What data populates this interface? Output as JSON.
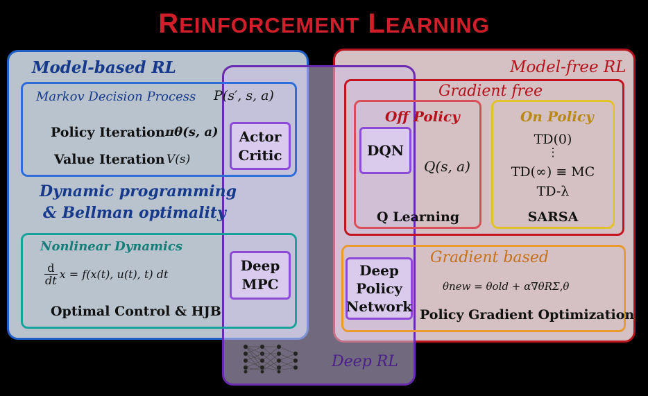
{
  "title": {
    "first_letter": "R",
    "first_rest": "EINFORCEMENT",
    "second_letter": "L",
    "second_rest": "EARNING"
  },
  "model_based": {
    "heading": "Model-based RL",
    "mdp": {
      "heading": "Markov Decision Process",
      "formula": "P(s′, s, a)"
    },
    "policy_iteration": {
      "label": "Policy Iteration",
      "formula": "πθ(s, a)"
    },
    "value_iteration": {
      "label": "Value Iteration",
      "formula": "V(s)"
    },
    "dp_line1": "Dynamic programming",
    "dp_line2": "& Bellman optimality",
    "nonlinear": {
      "heading": "Nonlinear Dynamics",
      "frac_num": "d",
      "frac_den": "dt",
      "equation": "x = f(x(t), u(t), t) dt",
      "label": "Optimal Control & HJB"
    }
  },
  "deep_rl": {
    "heading": "Deep RL",
    "actor_critic": "Actor\nCritic",
    "deep_mpc": "Deep\nMPC",
    "deep_policy_network": "Deep\nPolicy\nNetwork",
    "dqn": "DQN"
  },
  "model_free": {
    "heading": "Model-free RL",
    "gradient_free": {
      "heading": "Gradient free",
      "off_policy": {
        "heading": "Off Policy",
        "formula": "Q(s, a)",
        "label": "Q Learning"
      },
      "on_policy": {
        "heading": "On Policy",
        "lines": [
          "TD(0)",
          "⋮",
          "TD(∞) ≡ MC",
          "TD-λ"
        ],
        "label": "SARSA"
      }
    },
    "gradient_based": {
      "heading": "Gradient based",
      "formula": "θnew = θold + α∇θRΣ,θ",
      "label": "Policy Gradient Optimization"
    }
  },
  "colors": {
    "title": "#d01f2a",
    "model_based": "#1f5fc6",
    "deep_rl": "#6a2ab0",
    "model_free": "#b5121b",
    "teal": "#17a39a",
    "gold": "#e2c22a",
    "orange": "#e89a2f"
  }
}
